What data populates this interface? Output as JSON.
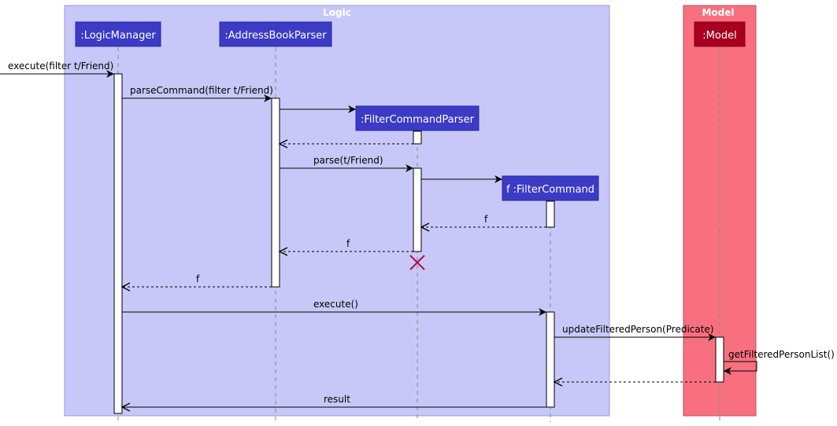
{
  "colors": {
    "logic_box": "#c8c8f8",
    "logic_border": "#9a9ad8",
    "model_box": "#f87080",
    "model_border": "#c05060",
    "participant_blue": "#3b3bc6",
    "participant_red": "#a80020",
    "lifeline": "#888888",
    "destroy": "#b0104a"
  },
  "boxes": {
    "logic": {
      "title": "Logic"
    },
    "model": {
      "title": "Model"
    }
  },
  "participants": {
    "logic_manager": {
      "label": ":LogicManager"
    },
    "address_book_parser": {
      "label": ":AddressBookParser"
    },
    "filter_command_parser": {
      "label": ":FilterCommandParser"
    },
    "filter_command": {
      "label": "f :FilterCommand"
    },
    "model": {
      "label": ":Model"
    }
  },
  "messages": {
    "execute_filter": "execute(filter t/Friend)",
    "parse_command": "parseCommand(filter t/Friend)",
    "parse": "parse(t/Friend)",
    "return_f_1": "f",
    "return_f_2": "f",
    "return_f_3": "f",
    "execute": "execute()",
    "update_filtered_person": "updateFilteredPerson(Predicate)",
    "get_filtered_person_list": "getFilteredPersonList()",
    "result": "result"
  }
}
